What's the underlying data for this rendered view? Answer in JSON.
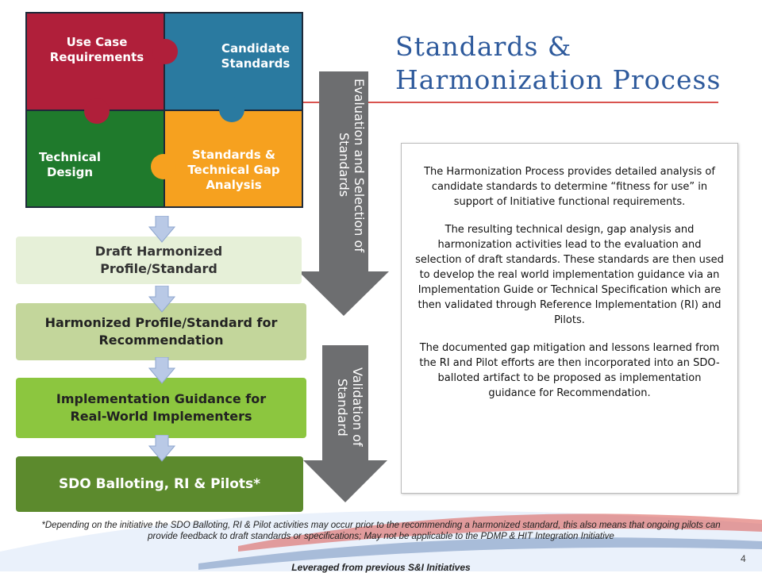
{
  "title": {
    "line1": "Standards &",
    "line2": "Harmonization Process"
  },
  "puzzle": {
    "top_left": {
      "line1": "Use Case",
      "line2": "Requirements"
    },
    "top_right": {
      "line1": "Candidate",
      "line2": "Standards"
    },
    "bottom_left": {
      "line1": "Technical",
      "line2": "Design"
    },
    "bottom_right": {
      "line1": "Standards &",
      "line2": "Technical Gap",
      "line3": "Analysis"
    }
  },
  "stages": [
    {
      "line1": "Draft Harmonized",
      "line2": "Profile/Standard"
    },
    {
      "line1": "Harmonized Profile/Standard for",
      "line2": "Recommendation"
    },
    {
      "line1": "Implementation Guidance for",
      "line2": "Real-World Implementers"
    },
    {
      "line1": "SDO Balloting, RI & Pilots*"
    }
  ],
  "arrows": {
    "evaluation": "Evaluation and Selection of Standards",
    "validation": "Validation of Standard"
  },
  "description": {
    "p1": "The Harmonization Process provides detailed analysis of candidate standards to determine “fitness for use” in support of Initiative functional requirements.",
    "p2": "The resulting technical design, gap analysis  and harmonization activities lead to the evaluation and selection of draft standards.  These standards are then used to develop the real world implementation guidance via an Implementation Guide or Technical Specification which are then validated through Reference  Implementation (RI) and Pilots.",
    "p3": "The documented gap mitigation and lessons learned from the RI and Pilot efforts are then incorporated into an SDO-balloted artifact to be proposed as implementation guidance for Recommendation."
  },
  "footnote": "*Depending on the initiative the SDO Balloting, RI & Pilot activities may occur prior to the recommending a harmonized standard, this also means that ongoing pilots can provide feedback to draft standards or specifications; May not be applicable to the PDMP & HIT Integration Initiative",
  "leveraged": "Leveraged from previous S&I Initiatives",
  "page_number": "4",
  "colors": {
    "title": "#2e5a9c",
    "puzzle_red": "#b01f3a",
    "puzzle_teal": "#2a7aa0",
    "puzzle_green": "#1f7a2c",
    "puzzle_orange": "#f6a11f",
    "stage1": "#e6f0d8",
    "stage2": "#c3d69b",
    "stage3": "#8cc63f",
    "stage4": "#5c8a2d",
    "arrow": "#6d6e70"
  }
}
